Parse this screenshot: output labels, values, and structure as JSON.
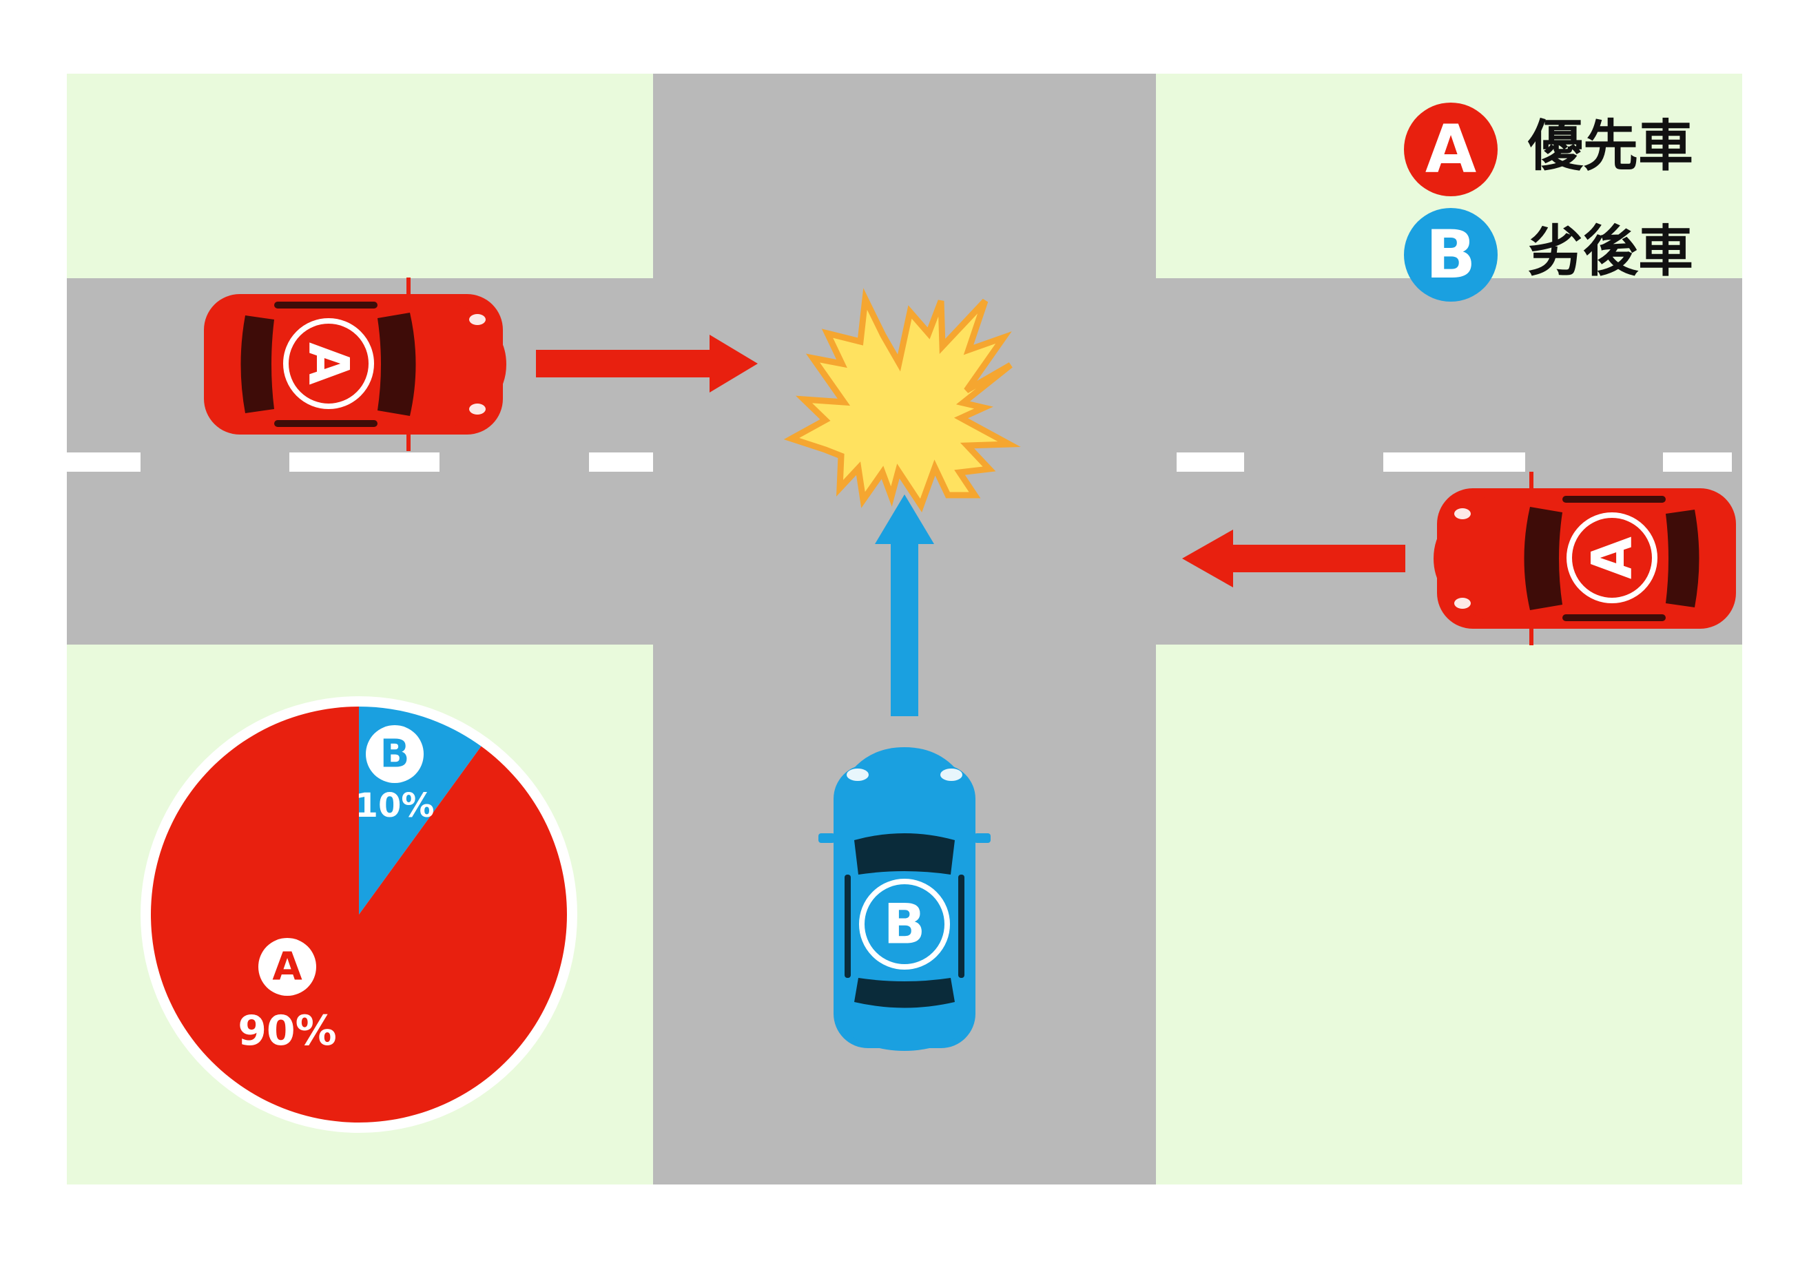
{
  "legend": {
    "a": {
      "letter": "A",
      "label": "優先車"
    },
    "b": {
      "letter": "B",
      "label": "劣後車"
    }
  },
  "vehicles": {
    "car_a_west": {
      "letter": "A"
    },
    "car_a_east": {
      "letter": "A"
    },
    "car_b_south": {
      "letter": "B"
    }
  },
  "chart_data": {
    "type": "pie",
    "categories": [
      "B",
      "A"
    ],
    "values": [
      10,
      90
    ],
    "labels": [
      "10%",
      "90%"
    ],
    "colors": [
      "#1aa0e0",
      "#e8200f"
    ]
  },
  "colors": {
    "car_a": "#e8200f",
    "car_b": "#1aa0e0",
    "road": "#b9b9b9",
    "grass": "#e9fadc",
    "collision": "#ffe260",
    "collision_outline": "#f5a630"
  },
  "icons": {
    "collision": "collision-burst-icon",
    "arrow": "direction-arrow-icon"
  }
}
